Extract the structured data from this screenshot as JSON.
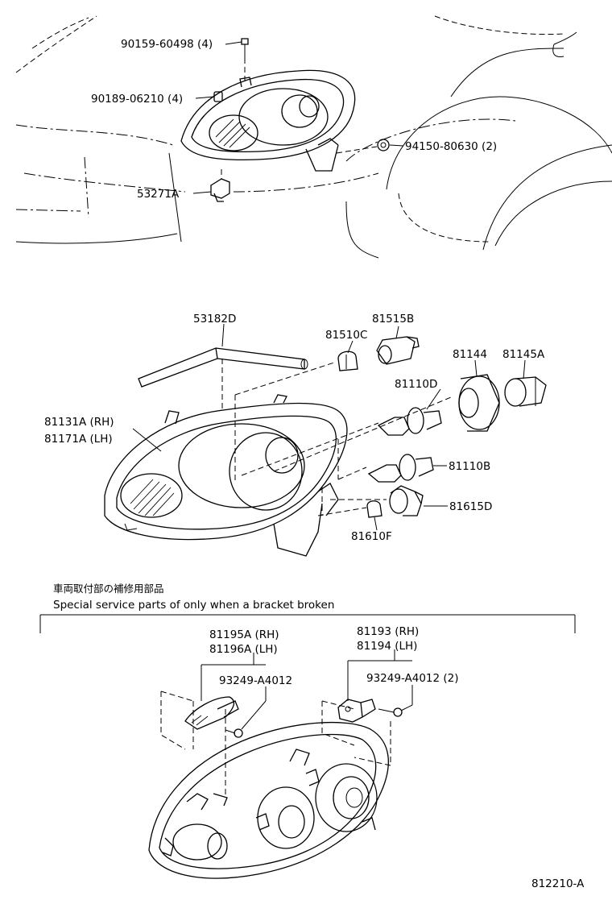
{
  "section_top": {
    "labels": [
      {
        "id": "p1",
        "text": "90159-60498 (4)"
      },
      {
        "id": "p2",
        "text": "90189-06210 (4)"
      },
      {
        "id": "p3",
        "text": "94150-80630 (2)"
      },
      {
        "id": "p4",
        "text": "53271A"
      }
    ]
  },
  "section_mid": {
    "labels": [
      {
        "id": "m1",
        "text": "53182D"
      },
      {
        "id": "m2",
        "text": "81515B"
      },
      {
        "id": "m3",
        "text": "81510C"
      },
      {
        "id": "m4",
        "text": "81144"
      },
      {
        "id": "m5",
        "text": "81145A"
      },
      {
        "id": "m6",
        "text": "81110D"
      },
      {
        "id": "m7",
        "text": "81131A (RH)"
      },
      {
        "id": "m8",
        "text": "81171A (LH)"
      },
      {
        "id": "m9",
        "text": "81110B"
      },
      {
        "id": "m10",
        "text": "81615D"
      },
      {
        "id": "m11",
        "text": "81610F"
      }
    ]
  },
  "section_bottom": {
    "heading_jp": "車両取付部の補修用部品",
    "heading_en": "Special  service  parts  of  only  when  a  bracket  broken",
    "labels": [
      {
        "id": "b1",
        "text": "81195A (RH)"
      },
      {
        "id": "b2",
        "text": "81196A (LH)"
      },
      {
        "id": "b3",
        "text": "93249-A4012"
      },
      {
        "id": "b4",
        "text": "81193 (RH)"
      },
      {
        "id": "b5",
        "text": "81194 (LH)"
      },
      {
        "id": "b6",
        "text": "93249-A4012 (2)"
      }
    ]
  },
  "figure_code": "812210-A"
}
